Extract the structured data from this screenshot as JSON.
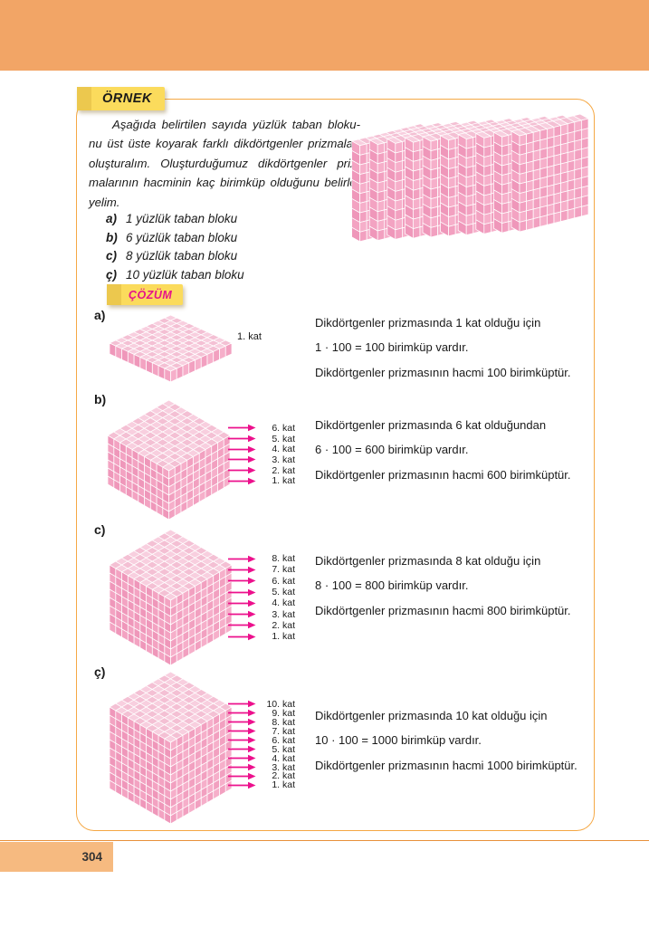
{
  "colors": {
    "band": "#F2A566",
    "box_border": "#F5A845",
    "tag_bg": "#FBDB5C",
    "tag_edge": "#ECC84E",
    "ornek_text": "#1A1A1A",
    "cozum_text": "#E61489",
    "arrow": "#EC108C",
    "pink_top": "#F8CFDF",
    "pink_top_alt": "#F4C0D4",
    "pink_left": "#F3A3C2",
    "pink_left_alt": "#EF97BA",
    "pink_right": "#F6AFCA",
    "pink_right_alt": "#F2A0C0",
    "grid_line": "#FFFFFF",
    "footer_box": "#F6BA80",
    "footer_line": "#E8913B"
  },
  "ornek_label": "ÖRNEK",
  "cozum_label": "ÇÖZÜM",
  "intro_lines": [
    "Aşağıda belirtilen sayıda yüzlük taban bloku-",
    "nu üst üste koyarak farklı dikdörtgenler prizmaları",
    "oluşturalım. Oluşturduğumuz dikdörtgenler priz-",
    "malarının hacminin kaç birimküp olduğunu belirle-",
    "yelim."
  ],
  "items": [
    {
      "marker": "a)",
      "text": "1 yüzlük taban bloku"
    },
    {
      "marker": "b)",
      "text": "6 yüzlük taban bloku"
    },
    {
      "marker": "c)",
      "text": "8 yüzlük taban bloku"
    },
    {
      "marker": "ç)",
      "text": "10 yüzlük taban bloku"
    }
  ],
  "hero": {
    "slabs": 10,
    "rows": 10,
    "cols": 10
  },
  "solutions": [
    {
      "marker": "a)",
      "layers": 1,
      "flat": true,
      "layer_labels": [
        "1. kat"
      ],
      "lines": [
        "Dikdörtgenler prizmasında 1 kat olduğu için",
        "1 · 100 = 100 birimküp vardır.",
        "Dikdörtgenler prizmasının hacmi 100 birimküptür."
      ]
    },
    {
      "marker": "b)",
      "layers": 6,
      "flat": false,
      "layer_labels": [
        "6. kat",
        "5. kat",
        "4. kat",
        "3. kat",
        "2. kat",
        "1. kat"
      ],
      "lines": [
        "Dikdörtgenler prizmasında 6 kat olduğundan",
        "6 · 100 = 600 birimküp vardır.",
        "Dikdörtgenler prizmasının hacmi 600 birimküptür."
      ]
    },
    {
      "marker": "c)",
      "layers": 8,
      "flat": false,
      "layer_labels": [
        "8. kat",
        "7. kat",
        "6. kat",
        "5. kat",
        "4. kat",
        "3. kat",
        "2. kat",
        "1. kat"
      ],
      "lines": [
        "Dikdörtgenler prizmasında 8 kat olduğu için",
        "8 · 100 = 800 birimküp vardır.",
        "Dikdörtgenler prizmasının hacmi 800 birimküptür."
      ]
    },
    {
      "marker": "ç)",
      "layers": 10,
      "flat": false,
      "layer_labels": [
        "10. kat",
        "9. kat",
        "8. kat",
        "7. kat",
        "6. kat",
        "5. kat",
        "4. kat",
        "3. kat",
        "2. kat",
        "1. kat"
      ],
      "lines": [
        "Dikdörtgenler prizmasında 10 kat olduğu için",
        "10 · 100 = 1000 birimküp vardır.",
        "Dikdörtgenler prizmasının hacmi 1000 birimküptür."
      ]
    }
  ],
  "page": {
    "number": "304"
  }
}
